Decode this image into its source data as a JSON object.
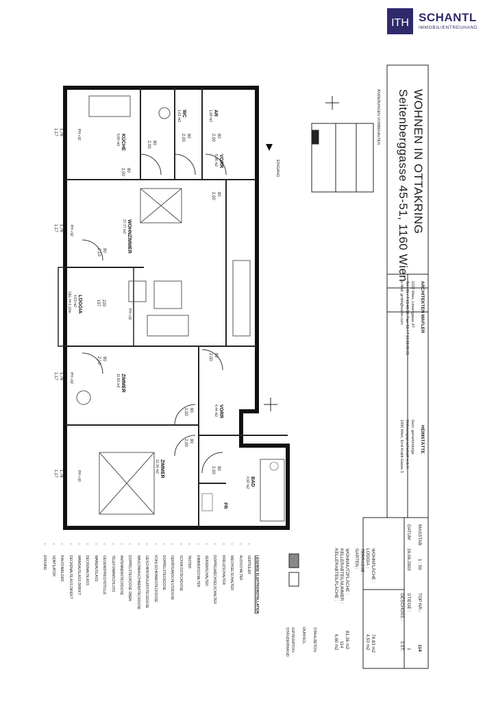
{
  "brand": {
    "name": "SCHANTL",
    "subtitle": "IMMOBILIENTREUHAND",
    "logo_mark": "ITH"
  },
  "title": {
    "line1": "WOHNEN IN OTTAKRING",
    "line2": "Seitenberggasse 45-51, 1160 Wien"
  },
  "notice": "ÄNDERUNGEN VORBEHALTEN",
  "architect": {
    "name": "ARCHITEKTEN WAFLER",
    "address": "1030 Wien, Löwengasse 47",
    "phone": "Tel.: 01 / 7 13 48 92, Fax: 01 / 7 13 00 00 05",
    "email": "e-Mail: gmbh@wafler.com"
  },
  "developer": {
    "name": "HEIMSTÄTTE",
    "line1": "Gem. gemeinnützige",
    "line2": "Wohnungsgesellschaft m.b.H.",
    "line3": "1050 Wien, Emil Kralik-Gasse 3"
  },
  "project": {
    "scale_label": "MASSTAB",
    "scale": "1 : 50",
    "date_label": "DATUM",
    "date": "26.06.2003",
    "top_label": "TOP NR.:",
    "top": "114",
    "stiege_label": "STIEGE :",
    "stiege": "1",
    "geschoss_label": "GESCHOSS :",
    "geschoss": "3.ST.",
    "wohnflaeche_label": "WOHNFLÄCHE :",
    "wohnflaeche": "76,83 m2",
    "loggia_label": "LOGGIA :",
    "loggia": "4,53 m2",
    "terrasse_label": "TERRASSE :",
    "garten_label": "GARTEN :",
    "wohnnutz_label": "WOHNNUTZFLÄCHE :",
    "wohnnutz": "81,36 m2",
    "kellernr_label": "KELLERABTEILNUMMER :",
    "kellernr": "114",
    "kellerfl_label": "KELLERABTEILFLÄCHE :",
    "kellerfl": "6,60 m2"
  },
  "materials": {
    "a": "STAHLBETON",
    "b": "DURISOL",
    "c": "GIPSKARTON-",
    "d": "STÄNDERWAND"
  },
  "legend": {
    "title": "LEGENDE ELEKTROINSTALLATION",
    "items": [
      "VERTEILER",
      "AUSSCHALTER",
      "WECHSELSCHALTER",
      "KREUZSCHALTER",
      "DOPPELWECHSELSCHALTER",
      "SERIENSCHALTER",
      "DIMMERSCHALTER",
      "TASTER",
      "SCHUKOSTECKDOSE",
      "GERÄTEANSCHLUSSDOSE",
      "DOPPELSTECKDOSE",
      "KÜHLSCHRANKSTECKDOSE",
      "GESCHIRRSPÜLERSTECKDOSE",
      "WASCHMASCHINENSTECKDOSE",
      "DOPPELSTECKDOSE OBEN",
      "ANTENNENSTECKDOSE",
      "TELEFONANSCHLUSS",
      "GEGENSPRECHSTELLE",
      "WANDAUSLASS",
      "DECKENAUSLASS",
      "WANDAUSLASS DIREKT",
      "DECKENAUSLASS DIREKT",
      "RAUCHMELDER",
      "VENTILATOR",
      "ERDUNG"
    ]
  },
  "rooms": {
    "kueche": {
      "name": "KÜCHE",
      "area": "6,60 m2"
    },
    "wc": {
      "name": "WC",
      "area": "1,61 m2"
    },
    "ar": {
      "name": "AR",
      "area": "1,68 m2"
    },
    "vorr1": {
      "name": "VORR",
      "area": "5,96 m2"
    },
    "wohnzimmer": {
      "name": "WOHNZIMMER",
      "area": "27,77 m2"
    },
    "loggia": {
      "name": "LOGGIA",
      "area": "4,53 m2",
      "note": "GEL H=1,10m"
    },
    "zimmer1": {
      "name": "ZIMMER",
      "area": "11,63 m2"
    },
    "vorr2": {
      "name": "VORR",
      "area": "4,44 m2"
    },
    "zimmer2": {
      "name": "ZIMMER",
      "area": "12,34 m2"
    },
    "bad": {
      "name": "BAD",
      "area": "4,92 m2"
    },
    "fr": {
      "name": "FR"
    },
    "entry": "EINGANG"
  },
  "heights": {
    "a": "1,76",
    "b": "1,17",
    "pa": "PH +92",
    "pb": "PH +92",
    "pc": "PH +92",
    "pd": "PH +92",
    "pe": "PH +92"
  },
  "doors": {
    "d80": "80",
    "d200": "2,00",
    "d210": "2,10",
    "d90": "90",
    "d220": "220",
    "d157": "157"
  }
}
